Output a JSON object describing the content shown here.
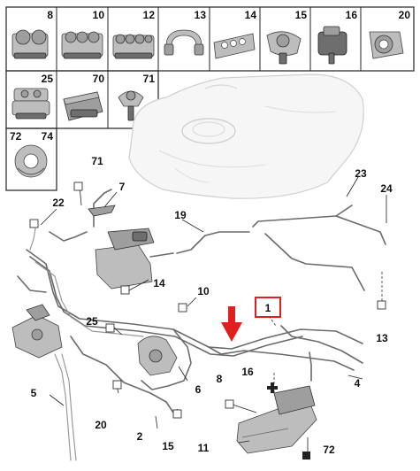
{
  "parts_grid": {
    "cells": [
      {
        "label": "8",
        "icon": "double-pipe-clip-icon"
      },
      {
        "label": "10",
        "icon": "triple-pipe-clip-icon"
      },
      {
        "label": "12",
        "icon": "quad-pipe-clip-icon"
      },
      {
        "label": "13",
        "icon": "c-clamp-icon"
      },
      {
        "label": "14",
        "icon": "flat-multi-clip-icon"
      },
      {
        "label": "15",
        "icon": "pipe-clip-with-stud-icon"
      },
      {
        "label": "16",
        "icon": "grommet-clip-icon"
      },
      {
        "label": "20",
        "icon": "round-connector-clip-icon"
      },
      {
        "label": "25",
        "icon": "stacked-clip-icon"
      },
      {
        "label": "70",
        "icon": "block-clip-icon"
      },
      {
        "label": "71",
        "icon": "push-pin-clip-icon"
      },
      {
        "label": "72",
        "icon": "nut-icon"
      },
      {
        "label": "74",
        "icon": "nut-icon"
      }
    ]
  },
  "callouts": {
    "c1": "1",
    "c2": "2",
    "c4": "4",
    "c5": "5",
    "c6": "6",
    "c7": "7",
    "c8": "8",
    "c10": "10",
    "c11": "11",
    "c13": "13",
    "c14": "14",
    "c15": "15",
    "c16": "16",
    "c19": "19",
    "c20": "20",
    "c22": "22",
    "c23": "23",
    "c24": "24",
    "c25": "25",
    "c71": "71",
    "c72": "72"
  },
  "colors": {
    "highlight": "#e02020",
    "pipe": "#6b6b6b",
    "grid_border": "#222222"
  },
  "icons": {
    "arrow": "down-arrow-icon",
    "plus": "plus-icon",
    "square": "filled-square-icon"
  }
}
